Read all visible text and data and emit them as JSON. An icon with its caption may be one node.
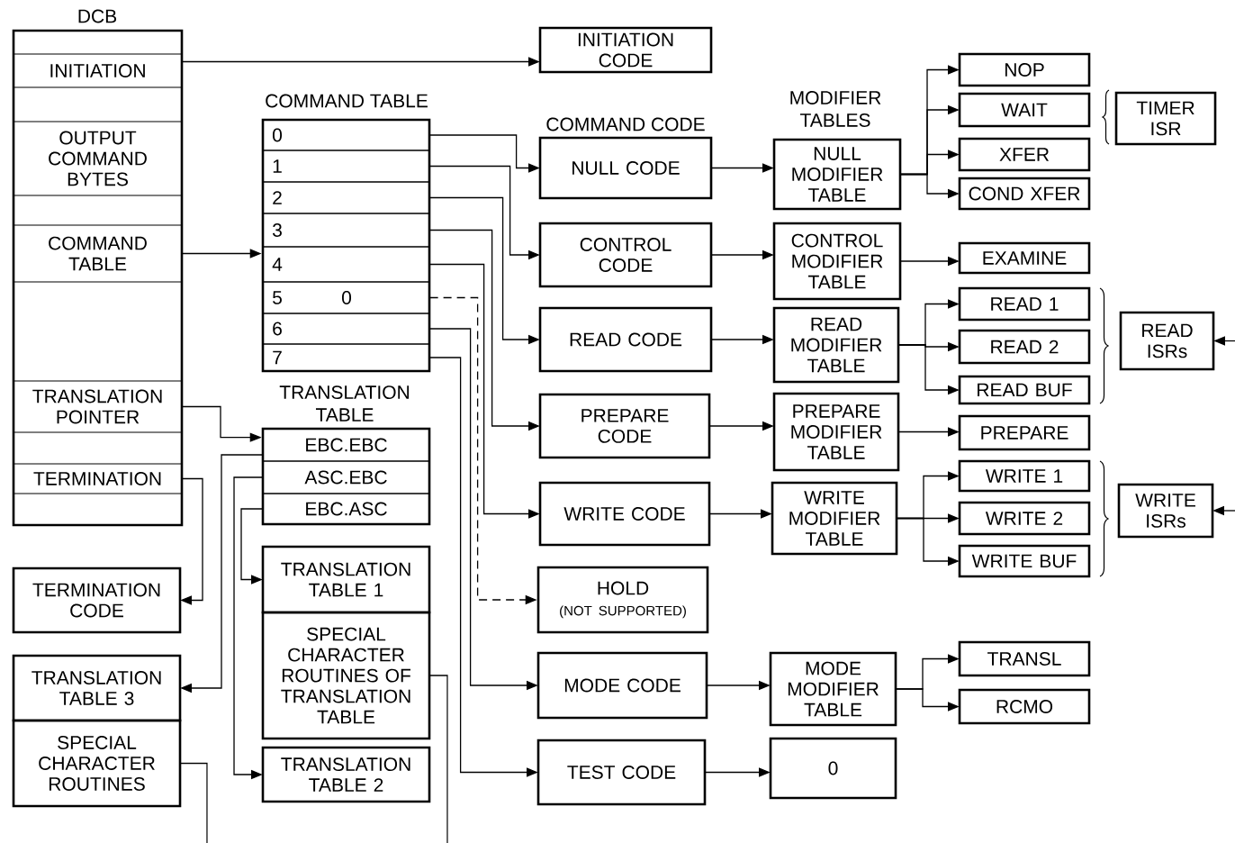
{
  "diagram": {
    "nodes": [
      {
        "text": [
          "DCB"
        ]
      },
      {
        "text": [
          "INITIATION"
        ],
        "in": 0
      },
      {
        "text": [
          "OUTPUT COMMAND BYTES"
        ],
        "in": 0
      },
      {
        "text": [
          "COMMAND TABLE"
        ],
        "in": 0
      },
      {
        "text": [
          "TRANSLATION POINTER"
        ],
        "in": 0
      },
      {
        "text": [
          "TERMINATION"
        ],
        "in": 0
      },
      {
        "text": [
          "INITIATION CODE"
        ]
      },
      {
        "text": [
          "COMMAND TABLE"
        ]
      },
      {
        "text": [
          "0"
        ],
        "in": 7
      },
      {
        "text": [
          "1"
        ],
        "in": 7
      },
      {
        "text": [
          "2"
        ],
        "in": 7
      },
      {
        "text": [
          "3"
        ],
        "in": 7
      },
      {
        "text": [
          "4"
        ],
        "in": 7
      },
      {
        "text": [
          "5",
          "0"
        ],
        "in": 7
      },
      {
        "text": [
          "6"
        ],
        "in": 7
      },
      {
        "text": [
          "7"
        ],
        "in": 7
      },
      {
        "text": [
          "TRANSLATION TABLE"
        ]
      },
      {
        "text": [
          "EBC.EBC"
        ],
        "in": 16
      },
      {
        "text": [
          "ASC.EBC"
        ],
        "in": 16
      },
      {
        "text": [
          "EBC.ASC"
        ],
        "in": 16
      },
      {
        "text": [
          "TRANSLATION TABLE 1"
        ]
      },
      {
        "text": [
          "SPECIAL CHARACTER ROUTINES OF TRANSLATION TABLE"
        ]
      },
      {
        "text": [
          "TRANSLATION TABLE 2"
        ]
      },
      {
        "text": [
          "TERMINATION CODE"
        ]
      },
      {
        "text": [
          "TRANSLATION TABLE 3"
        ]
      },
      {
        "text": [
          "SPECIAL CHARACTER ROUTINES"
        ]
      },
      {
        "text": [
          "NULL CODE"
        ]
      },
      {
        "text": [
          "CONTROL CODE"
        ]
      },
      {
        "text": [
          "READ CODE"
        ]
      },
      {
        "text": [
          "PREPARE CODE"
        ]
      },
      {
        "text": [
          "WRITE CODE"
        ]
      },
      {
        "text": [
          "HOLD",
          "(NOT SUPPORTED)"
        ]
      },
      {
        "text": [
          "MODE CODE"
        ]
      },
      {
        "text": [
          "TEST CODE"
        ]
      },
      {
        "text": [
          "NULL MODIFIER TABLE"
        ]
      },
      {
        "text": [
          "CONTROL MODIFIER TABLE"
        ]
      },
      {
        "text": [
          "READ MODIFIER TABLE"
        ]
      },
      {
        "text": [
          "PREPARE MODIFIER TABLE"
        ]
      },
      {
        "text": [
          "WRITE MODIFIER TABLE"
        ]
      },
      {
        "text": [
          "MODE MODIFIER TABLE"
        ]
      },
      {
        "text": [
          "0"
        ]
      },
      {
        "text": [
          "NOP"
        ]
      },
      {
        "text": [
          "WAIT"
        ]
      },
      {
        "text": [
          "XFER"
        ]
      },
      {
        "text": [
          "COND XFER"
        ]
      },
      {
        "text": [
          "EXAMINE"
        ]
      },
      {
        "text": [
          "READ 1"
        ]
      },
      {
        "text": [
          "READ 2"
        ]
      },
      {
        "text": [
          "READ BUF"
        ]
      },
      {
        "text": [
          "PREPARE"
        ]
      },
      {
        "text": [
          "WRITE 1"
        ]
      },
      {
        "text": [
          "WRITE 2"
        ]
      },
      {
        "text": [
          "WRITE BUF"
        ]
      },
      {
        "text": [
          "TRANSL"
        ]
      },
      {
        "text": [
          "RCMO"
        ]
      },
      {
        "text": [
          "TIMER ISR"
        ]
      },
      {
        "text": [
          "READ ISRs"
        ]
      },
      {
        "text": [
          "WRITE ISRs"
        ]
      }
    ],
    "edges": [
      {
        "from": 1,
        "to": 6,
        "arrow": "to"
      },
      {
        "from": 3,
        "to": 7,
        "arrow": "to"
      },
      {
        "from": 4,
        "to": 16,
        "arrow": "to"
      },
      {
        "from": 5,
        "to": 23,
        "arrow": "to"
      },
      {
        "from": 8,
        "to": 26,
        "arrow": "to"
      },
      {
        "from": 9,
        "to": 27,
        "arrow": "to"
      },
      {
        "from": 10,
        "to": 28,
        "arrow": "to"
      },
      {
        "from": 11,
        "to": 29,
        "arrow": "to"
      },
      {
        "from": 12,
        "to": 30,
        "arrow": "to"
      },
      {
        "from": 13,
        "to": 31,
        "arrow": "to",
        "style": "dashed"
      },
      {
        "from": 14,
        "to": 32,
        "arrow": "to"
      },
      {
        "from": 15,
        "to": 33,
        "arrow": "to"
      },
      {
        "from": 17,
        "to": 24,
        "arrow": "to"
      },
      {
        "from": 18,
        "to": 22,
        "arrow": "to"
      },
      {
        "from": 19,
        "to": 20,
        "arrow": "to"
      },
      {
        "from": 26,
        "to": 34,
        "arrow": "to"
      },
      {
        "from": 27,
        "to": 35,
        "arrow": "to"
      },
      {
        "from": 28,
        "to": 36,
        "arrow": "to"
      },
      {
        "from": 29,
        "to": 37,
        "arrow": "to"
      },
      {
        "from": 30,
        "to": 38,
        "arrow": "to"
      },
      {
        "from": 32,
        "to": 39,
        "arrow": "to"
      },
      {
        "from": 33,
        "to": 40,
        "arrow": "to"
      },
      {
        "from": 34,
        "to": 41,
        "arrow": "to"
      },
      {
        "from": 34,
        "to": 42,
        "arrow": "to"
      },
      {
        "from": 34,
        "to": 43,
        "arrow": "to"
      },
      {
        "from": 34,
        "to": 44,
        "arrow": "to"
      },
      {
        "from": 35,
        "to": 45,
        "arrow": "to"
      },
      {
        "from": 36,
        "to": 46,
        "arrow": "to"
      },
      {
        "from": 36,
        "to": 47,
        "arrow": "to"
      },
      {
        "from": 36,
        "to": 48,
        "arrow": "to"
      },
      {
        "from": 37,
        "to": 49,
        "arrow": "to"
      },
      {
        "from": 38,
        "to": 50,
        "arrow": "to"
      },
      {
        "from": 38,
        "to": 51,
        "arrow": "to"
      },
      {
        "from": 38,
        "to": 52,
        "arrow": "to"
      },
      {
        "from": 39,
        "to": 53,
        "arrow": "to"
      },
      {
        "from": 39,
        "to": 54,
        "arrow": "to"
      },
      {
        "from": null,
        "to": 56,
        "arrow": "to"
      },
      {
        "from": null,
        "to": 57,
        "arrow": "to"
      },
      {
        "from": 25,
        "to": null,
        "arrow": "none"
      },
      {
        "from": 21,
        "to": null,
        "arrow": "none"
      }
    ],
    "labels": [
      "COMMAND CODE",
      "MODIFIER TABLES"
    ]
  }
}
